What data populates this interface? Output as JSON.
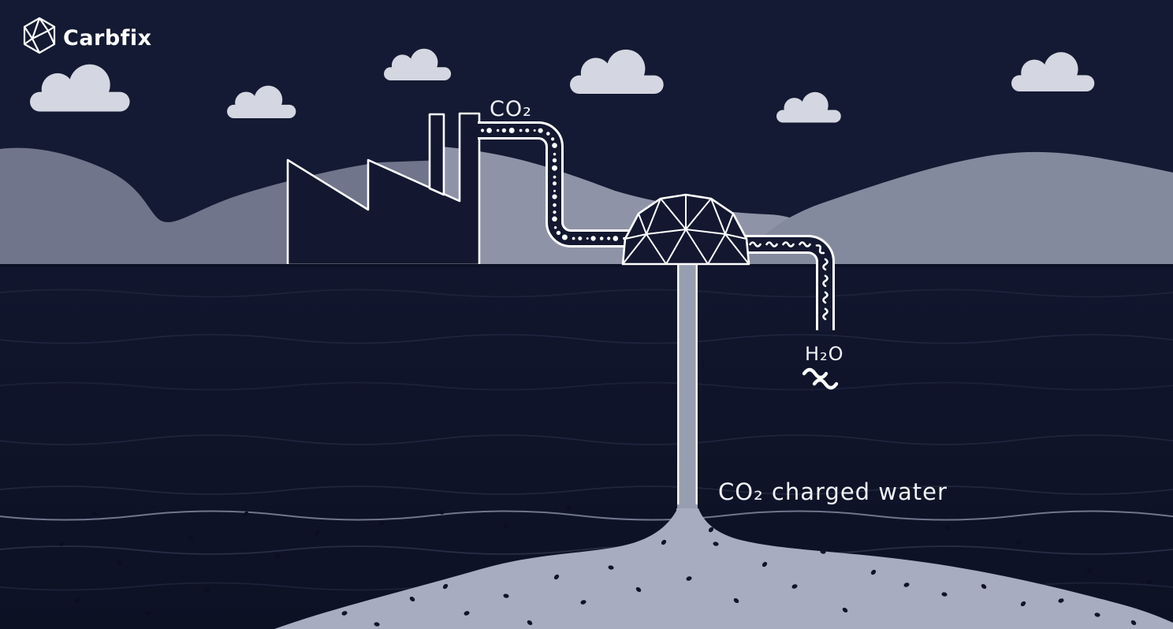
{
  "brand": {
    "name": "Carbfix"
  },
  "labels": {
    "co2_pipe": "CO₂",
    "h2o_pipe": "H₂O",
    "charged_water": "CO₂ charged water"
  },
  "icons": {
    "logo": "hexagonal-crystal-icon",
    "co2_flow": "dotted-gas-flow",
    "water_flow": "wave-squiggle-flow"
  },
  "scene": {
    "description": "Carbfix CO2 capture and mineral storage process illustration",
    "elements": [
      "clouds",
      "hills",
      "factory",
      "co2-pipe",
      "geodesic-dome",
      "water-pipe",
      "injection-well",
      "co2-charged-water-plume",
      "underground-strata",
      "speckled-basalt"
    ]
  },
  "colors": {
    "sky": "#141a33",
    "cloud": "#d4d6e1",
    "hill_far": "#70758b",
    "hill_mid": "#8e93a7",
    "hill_right": "#848a9e",
    "underground_top": "#11162e",
    "underground_bottom": "#0d1124",
    "structure": "#131830",
    "outline": "#ffffff",
    "well_pipe": "#989eb2",
    "plume": "#a7acc0",
    "speckle": "#0f142b",
    "strata_line": "#4c5472",
    "strata_line_bright": "#8a90a8"
  }
}
